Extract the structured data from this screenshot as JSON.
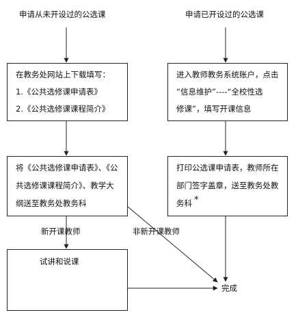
{
  "start_nodes": {
    "new_course": "申请从未开设过的公选课",
    "existing_course": "申请已开设过的公选课"
  },
  "left_column": {
    "download_box": {
      "line1": "在教务处网站上下载填写：",
      "line2": "1.《公共选修课申请表》",
      "line3": "2.《公共选修课课程简介》"
    },
    "submit_box": {
      "line1": "将《公共选修课申请表》、《公",
      "line2": "共选修课课程简介》、教学大",
      "line3": "纲送至教务处教务科"
    },
    "trial_box": {
      "label": "试讲和说课"
    }
  },
  "right_column": {
    "system_box": {
      "line1": "进入教师教务系统账户，点击",
      "line2": "“信息维护”----“全校性选",
      "line3": "修课”，填写开课信息"
    },
    "print_box": {
      "line1": "打印公选课申请表，教师所在",
      "line2": "部门签字盖章，送至教务处教",
      "line3": "务科",
      "mark": "*"
    }
  },
  "edge_labels": {
    "new_teacher": "新开课教师",
    "not_new_teacher": "非新开课教师"
  },
  "end_node": {
    "label": "完成"
  },
  "colors": {
    "stroke": "#222222",
    "text": "#111111",
    "background": "#ffffff"
  }
}
